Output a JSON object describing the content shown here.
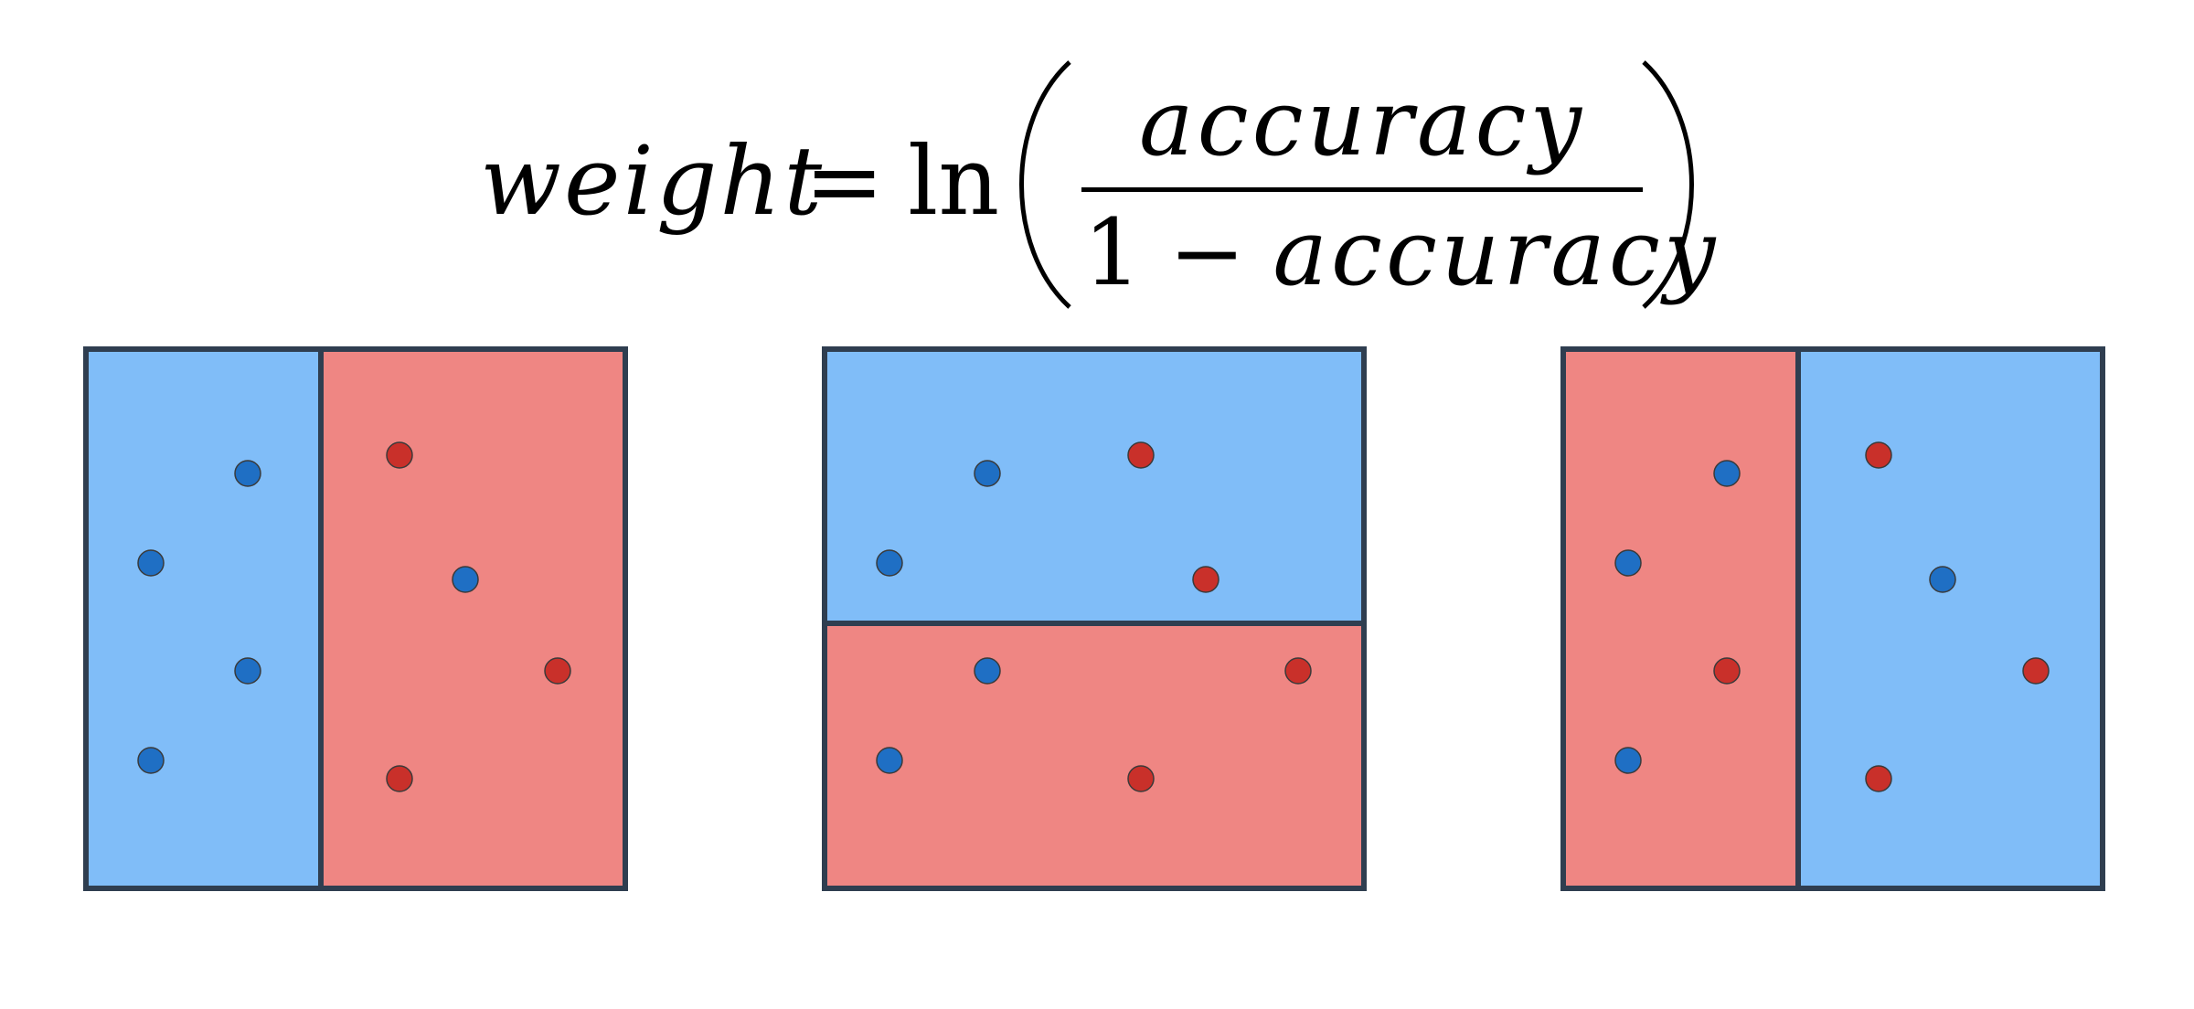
{
  "formula": {
    "lhs": "weight",
    "equals": "=",
    "func": "ln",
    "numerator": "accuracy",
    "denominator_one": "1",
    "denominator_minus": "−",
    "denominator_var": "accuracy"
  },
  "colors": {
    "blue_region": "#80bdf8",
    "red_region": "#ef8683",
    "border": "#2f3e50",
    "blue_point": "#1f6fc4",
    "red_point": "#c9302a"
  },
  "panels": [
    {
      "split": "vertical",
      "regions": [
        "blue",
        "red"
      ],
      "points": [
        {
          "region": "left",
          "color": "blue",
          "row": 1
        },
        {
          "region": "left",
          "color": "blue",
          "row": 2
        },
        {
          "region": "left",
          "color": "blue",
          "row": 3
        },
        {
          "region": "left",
          "color": "blue",
          "row": 4
        },
        {
          "region": "right",
          "color": "red",
          "row": 1
        },
        {
          "region": "right",
          "color": "blue",
          "row": 2
        },
        {
          "region": "right",
          "color": "red",
          "row": 3
        },
        {
          "region": "right",
          "color": "red",
          "row": 4
        }
      ]
    },
    {
      "split": "horizontal",
      "regions": [
        "blue",
        "red"
      ],
      "points": [
        {
          "region": "top",
          "color": "blue"
        },
        {
          "region": "top",
          "color": "red"
        },
        {
          "region": "top",
          "color": "blue"
        },
        {
          "region": "top",
          "color": "red"
        },
        {
          "region": "bottom",
          "color": "blue"
        },
        {
          "region": "bottom",
          "color": "red"
        },
        {
          "region": "bottom",
          "color": "blue"
        },
        {
          "region": "bottom",
          "color": "red"
        }
      ]
    },
    {
      "split": "vertical",
      "regions": [
        "red",
        "blue"
      ],
      "points": [
        {
          "region": "left",
          "color": "blue"
        },
        {
          "region": "left",
          "color": "blue"
        },
        {
          "region": "left",
          "color": "red"
        },
        {
          "region": "left",
          "color": "blue"
        },
        {
          "region": "right",
          "color": "red"
        },
        {
          "region": "right",
          "color": "blue"
        },
        {
          "region": "right",
          "color": "red"
        },
        {
          "region": "right",
          "color": "red"
        }
      ]
    }
  ]
}
